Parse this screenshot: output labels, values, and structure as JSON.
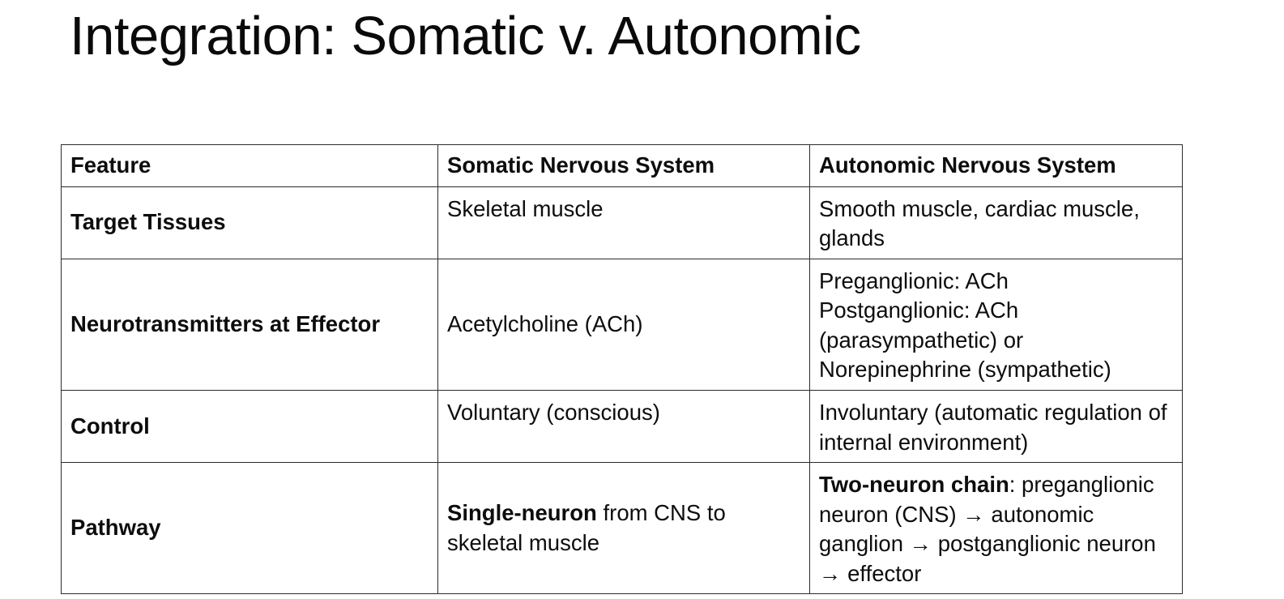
{
  "slide": {
    "title": "Integration: Somatic v. Autonomic",
    "background_color": "#ffffff",
    "text_color": "#0d0d0d",
    "border_color": "#2b2b2b"
  },
  "table": {
    "headers": {
      "feature": "Feature",
      "somatic": "Somatic Nervous System",
      "autonomic": "Autonomic Nervous System"
    },
    "rows": [
      {
        "feature": "Target Tissues",
        "somatic": "Skeletal muscle",
        "autonomic": "Smooth muscle, cardiac muscle, glands"
      },
      {
        "feature": "Neurotransmitters at Effector",
        "somatic": "Acetylcholine (ACh)",
        "autonomic_line1": "Preganglionic: ACh",
        "autonomic_line2": "Postganglionic: ACh (parasympathetic) or Norepinephrine (sympathetic)"
      },
      {
        "feature": "Control",
        "somatic": "Voluntary (conscious)",
        "autonomic": "Involuntary (automatic regulation of internal environment)"
      },
      {
        "feature": "Pathway",
        "somatic_bold": "Single-neuron",
        "somatic_rest": " from CNS to skeletal muscle",
        "autonomic_bold": "Two-neuron chain",
        "autonomic_rest": ": preganglionic neuron (CNS) → autonomic ganglion → postganglionic neuron → effector"
      }
    ]
  }
}
